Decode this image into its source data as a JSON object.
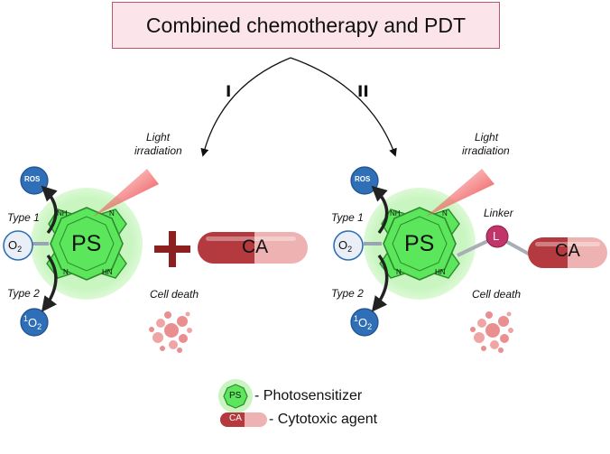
{
  "title": "Combined chemotherapy and PDT",
  "routes": [
    "I",
    "II"
  ],
  "light_label_1": "Light",
  "light_label_2": "irradiation",
  "ps_label": "PS",
  "ca_label": "CA",
  "linker_label": "Linker",
  "linker_symbol": "L",
  "ros_label": "ROS",
  "oxygen": "O",
  "oxygen_sub": "2",
  "singlet_sup": "1",
  "type1": "Type 1",
  "type2": "Type 2",
  "cell_death": "Cell death",
  "nh": "NH",
  "hn": "HN",
  "n": "N",
  "legend": {
    "ps_text": "- Photosensitizer",
    "ca_text": "- Cytotoxic agent"
  },
  "colors": {
    "title_fill": "#fbe4ea",
    "title_border": "#b9596f",
    "ps_green": "#5ce65c",
    "ps_glow": "#c8f5c0",
    "ca_red": "#b53a3f",
    "ca_pink": "#efb2b2",
    "oxygen_blue": "#2f6fb8",
    "plus_red": "#8e1f1f",
    "linker_magenta": "#c2356b",
    "light_red": "#e3262a"
  }
}
